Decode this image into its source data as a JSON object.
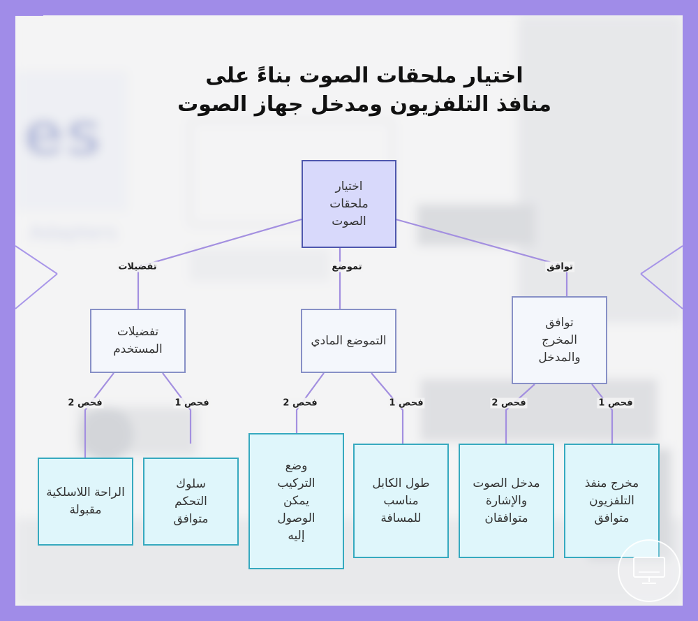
{
  "title": "اختيار ملحقات الصوت بناءً على منافذ التلفزيون ومدخل جهاز الصوت",
  "colors": {
    "border": "#a08ce8",
    "root_fill": "#d8d9fb",
    "mid_fill": "#f4f7fc",
    "leaf_fill": "#dff6fb",
    "leaf_border": "#36a9bf",
    "edge": "#a38fe0"
  },
  "nodes": {
    "root": "اختيار ملحقات الصوت",
    "compat": "توافق المخرج والمدخل",
    "placement": "التموضع المادي",
    "prefs": "تفضيلات المستخدم",
    "tv_out": "مخرج منفذ التلفزيون متوافق",
    "audio_in": "مدخل الصوت والإشارة متوافقان",
    "cable": "طول الكابل مناسب للمسافة",
    "mount": "وضع التركيب يمكن الوصول إليه",
    "control": "سلوك التحكم متوافق",
    "wireless": "الراحة اللاسلكية مقبولة"
  },
  "edges": {
    "root_compat": "توافق",
    "root_placement": "تموضع",
    "root_prefs": "تفضيلات",
    "compat_tv_out": "فحص 1",
    "compat_audio_in": "فحص 2",
    "placement_cable": "فحص 1",
    "placement_mount": "فحص 2",
    "prefs_control": "فحص 1",
    "prefs_wireless": "فحص 2"
  },
  "badge_icon": "monitor-icon"
}
